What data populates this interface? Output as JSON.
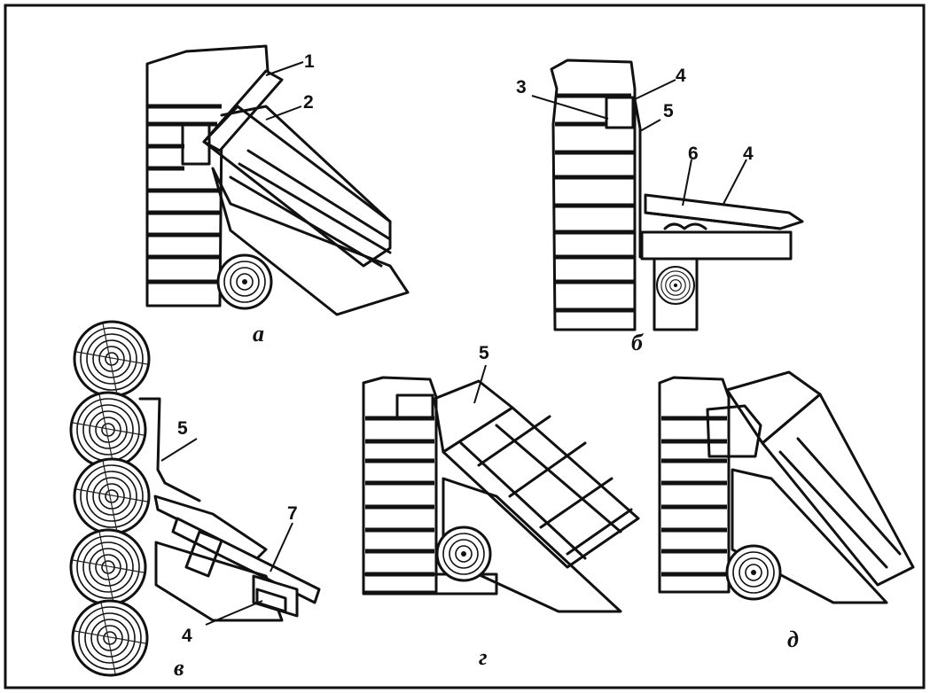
{
  "labels": {
    "n1": "1",
    "n2": "2",
    "n3": "3",
    "n4a": "4",
    "n5b": "5",
    "n6": "6",
    "n4b": "4",
    "n5v": "5",
    "n7": "7",
    "n4v": "4",
    "n5g": "5"
  },
  "captions": {
    "a": "а",
    "b": "б",
    "v": "в",
    "g": "г",
    "d": "д"
  }
}
